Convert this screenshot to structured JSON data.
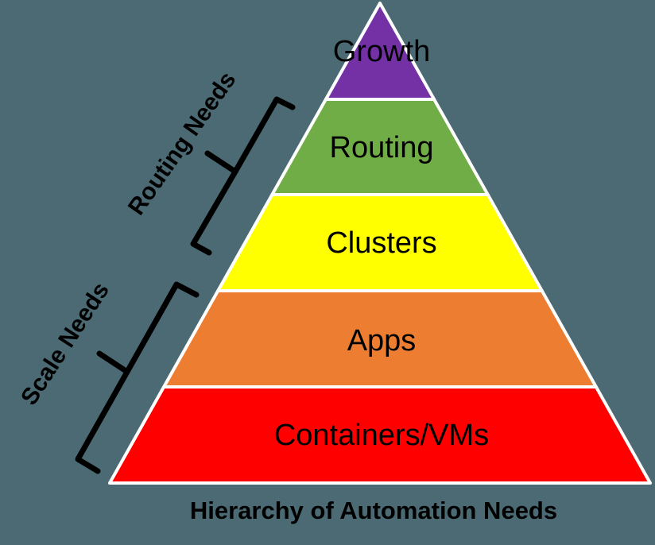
{
  "title": "Hierarchy of Automation Needs",
  "colors": {
    "background": "#4B6A74",
    "outline": "#FFFFFF",
    "text": "#000000",
    "bracket": "#000000"
  },
  "pyramid": {
    "levels": [
      {
        "label": "Growth",
        "color": "#7431A6"
      },
      {
        "label": "Routing",
        "color": "#70AD47"
      },
      {
        "label": "Clusters",
        "color": "#FFFF00"
      },
      {
        "label": "Apps",
        "color": "#ED7D31"
      },
      {
        "label": "Containers/VMs",
        "color": "#FF0000"
      }
    ]
  },
  "brackets": [
    {
      "label": "Routing Needs"
    },
    {
      "label": "Scale Needs"
    }
  ]
}
